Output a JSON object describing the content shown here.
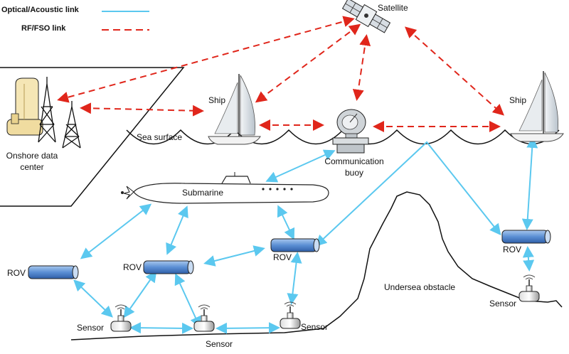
{
  "legend": {
    "optical_acoustic": "Optical/Acoustic link",
    "rf_fso": "RF/FSO link"
  },
  "labels": {
    "satellite": "Satellite",
    "ship_left": "Ship",
    "ship_right": "Ship",
    "sea_surface": "Sea surface",
    "onshore_line1": "Onshore data",
    "onshore_line2": "center",
    "buoy_line1": "Communication",
    "buoy_line2": "buoy",
    "submarine": "Submarine",
    "rov_1": "ROV",
    "rov_2": "ROV",
    "rov_3": "ROV",
    "rov_4": "ROV",
    "obstacle": "Undersea obstacle",
    "sensor_1": "Sensor",
    "sensor_2": "Sensor",
    "sensor_3": "Sensor",
    "sensor_4": "Sensor"
  },
  "colors": {
    "optical_link": "#5bc8ef",
    "rf_link": "#e0261b",
    "rov_fill": "#6f9fd8",
    "outline": "#111111"
  },
  "icons": {
    "satellite": "satellite-icon",
    "ship": "sailboat-icon",
    "buoy": "dish-buoy-icon",
    "tower": "radio-tower-icon",
    "datacenter": "datacenter-icon",
    "submarine": "submarine-icon",
    "rov": "rov-cylinder-icon",
    "sensor": "sensor-node-icon"
  }
}
